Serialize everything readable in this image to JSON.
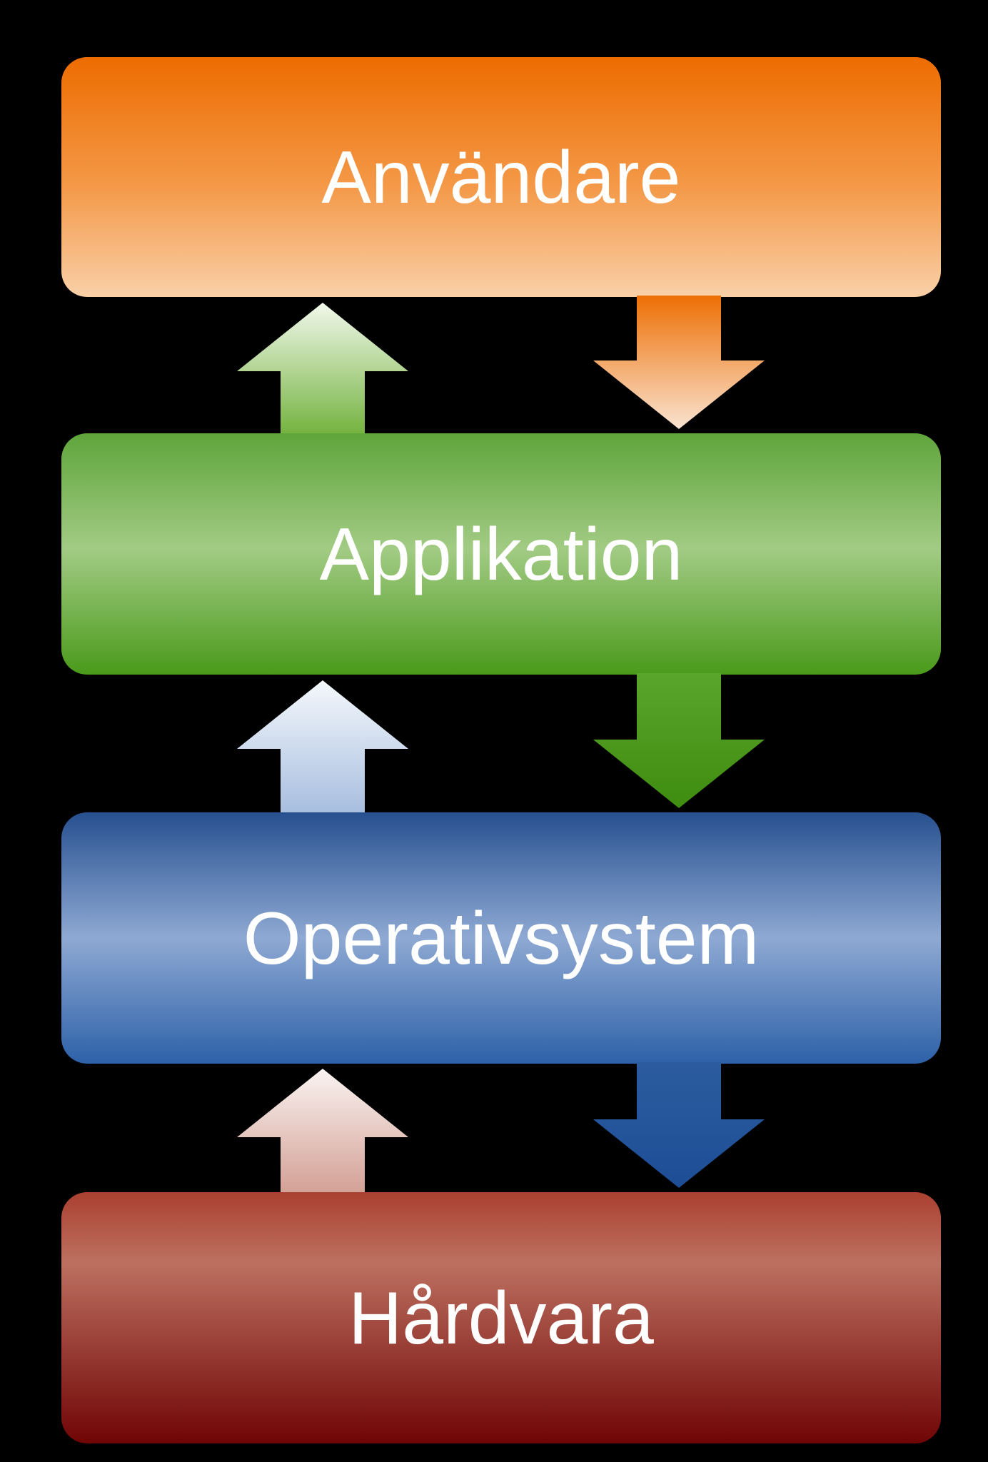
{
  "diagram": {
    "background_color": "#000000",
    "description": "Layered computer architecture stack with bidirectional arrows between layers",
    "layers": [
      {
        "label": "Användare",
        "colors": {
          "top": "#ed6c00",
          "middle": "#f49a4a",
          "bottom": "#f9d0a8"
        }
      },
      {
        "label": "Applikation",
        "colors": {
          "top": "#5fa53b",
          "middle": "#a2cb84",
          "bottom": "#4a9a1b"
        }
      },
      {
        "label": "Operativsystem",
        "colors": {
          "top": "#27508f",
          "middle": "#8ea9d3",
          "bottom": "#2d61a8"
        }
      },
      {
        "label": "Hårdvara",
        "colors": {
          "top": "#aa4030",
          "middle": "#bd7060",
          "bottom": "#6f0505"
        }
      }
    ],
    "arrows": [
      {
        "direction": "up",
        "from": "Applikation",
        "to": "Användare",
        "colors": {
          "start": "#74b33f",
          "end": "#f2f8ec"
        }
      },
      {
        "direction": "down",
        "from": "Användare",
        "to": "Applikation",
        "colors": {
          "start": "#ed6f04",
          "end": "#fae3d0"
        }
      },
      {
        "direction": "up",
        "from": "Operativsystem",
        "to": "Applikation",
        "colors": {
          "start": "#a7bedf",
          "end": "#f5f8fc"
        }
      },
      {
        "direction": "down",
        "from": "Applikation",
        "to": "Operativsystem",
        "colors": {
          "start": "#5aa52c",
          "end": "#3e8c10"
        }
      },
      {
        "direction": "up",
        "from": "Hårdvara",
        "to": "Operativsystem",
        "colors": {
          "start": "#d3a095",
          "end": "#faf3f1"
        }
      },
      {
        "direction": "down",
        "from": "Operativsystem",
        "to": "Hårdvara",
        "colors": {
          "start": "#2c5c9f",
          "end": "#1d4d95"
        }
      }
    ]
  }
}
